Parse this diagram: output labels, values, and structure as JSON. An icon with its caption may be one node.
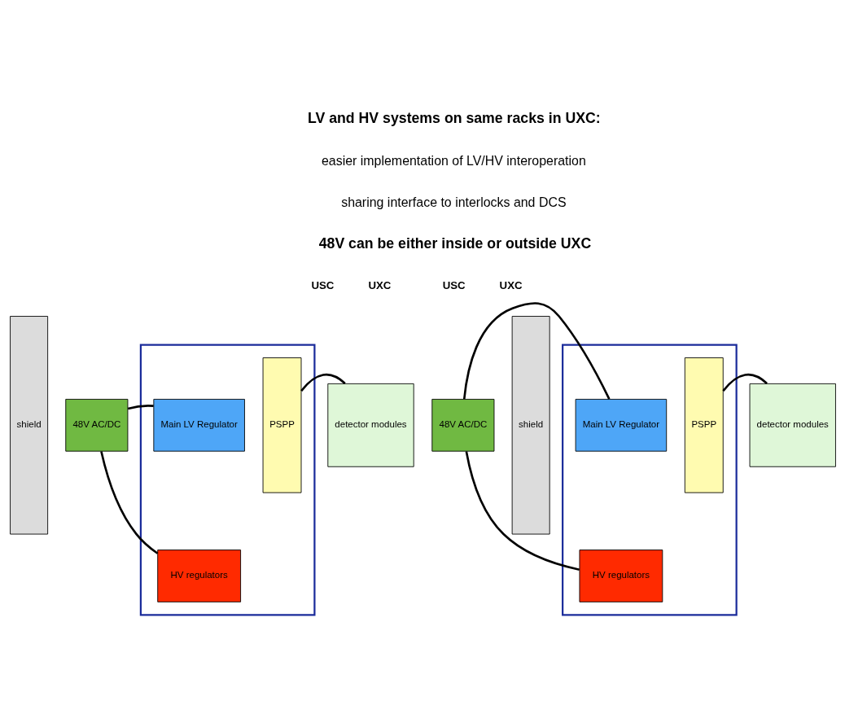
{
  "diagram": {
    "nodes": [
      {
        "text": [
          "shield"
        ]
      },
      {
        "text": [
          "48V AC/DC"
        ]
      },
      {
        "text": [],
        "shape": "box"
      },
      {
        "text": [
          "Main LV Regulator"
        ],
        "in": 2
      },
      {
        "text": [
          "HV regulators"
        ],
        "in": 2
      },
      {
        "text": [
          "PSPP"
        ],
        "in": 2
      },
      {
        "text": [
          "detector modules"
        ]
      },
      {
        "text": [
          "48V AC/DC"
        ]
      },
      {
        "text": [
          "shield"
        ]
      },
      {
        "text": [],
        "shape": "box"
      },
      {
        "text": [
          "Main LV Regulator"
        ],
        "in": 9
      },
      {
        "text": [
          "HV regulators"
        ],
        "in": 9
      },
      {
        "text": [
          "PSPP"
        ],
        "in": 9
      },
      {
        "text": [
          "detector modules"
        ]
      }
    ],
    "edges": [
      {
        "from": 1,
        "to": 3,
        "arrow": "none"
      },
      {
        "from": 1,
        "to": 4,
        "arrow": "none"
      },
      {
        "from": 5,
        "to": 6,
        "arrow": "none"
      },
      {
        "from": 7,
        "to": 10,
        "arrow": "none"
      },
      {
        "from": 7,
        "to": 11,
        "arrow": "none"
      },
      {
        "from": 12,
        "to": 13,
        "arrow": "none"
      }
    ],
    "labels": [
      "LV and HV systems on same racks in UXC:",
      "easier implementation of LV/HV interoperation",
      "sharing interface to interlocks and DCS",
      "48V can be either inside or outside UXC",
      "USC",
      "UXC",
      "USC",
      "UXC"
    ]
  }
}
